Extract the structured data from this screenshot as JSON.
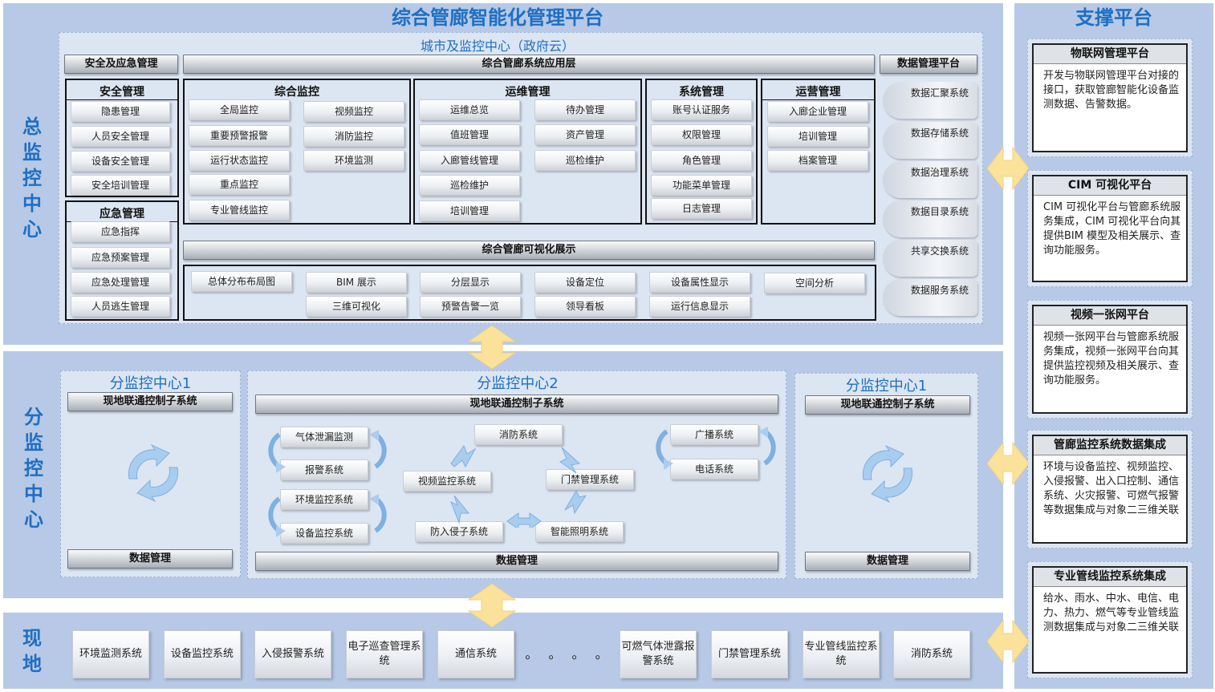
{
  "colors": {
    "band": "#b7c9e6",
    "panel": "#dce5f2",
    "title": "#1e6fc4",
    "arrow": "#fbe29a"
  },
  "main": {
    "title": "综合管廊智能化管理平台",
    "subtitle": "城市及监控中心（政府云）",
    "left_label": "总监控中心",
    "bar_safety": "安全及应急管理",
    "bar_app": "综合管廊系统应用层",
    "bar_data": "数据管理平台",
    "bar_vis": "综合管廊可视化展示",
    "safety": {
      "title": "安全管理",
      "items": [
        "隐患管理",
        "人员安全管理",
        "设备安全管理",
        "安全培训管理"
      ]
    },
    "emergency": {
      "title": "应急管理",
      "items": [
        "应急指挥",
        "应急预案管理",
        "应急处理管理",
        "人员逃生管理"
      ]
    },
    "monitor": {
      "title": "综合监控",
      "items": [
        "全局监控",
        "视频监控",
        "重要预警报警",
        "消防监控",
        "运行状态监控",
        "环境监测",
        "重点监控",
        "专业管线监控"
      ]
    },
    "ops": {
      "title": "运维管理",
      "items": [
        "运维总览",
        "待办管理",
        "值班管理",
        "资产管理",
        "入廊管线管理",
        "巡检维护",
        "巡检维护",
        "培训管理"
      ]
    },
    "system": {
      "title": "系统管理",
      "items": [
        "账号认证服务",
        "权限管理",
        "角色管理",
        "功能菜单管理",
        "日志管理"
      ]
    },
    "operation": {
      "title": "运营管理",
      "items": [
        "入廊企业管理",
        "培训管理",
        "档案管理"
      ]
    },
    "data_items": [
      "数据汇聚系统",
      "数据存储系统",
      "数据治理系统",
      "数据目录系统",
      "共享交换系统",
      "数据服务系统"
    ],
    "vis_items": [
      "总体分布布局图",
      "BIM 展示",
      "分层显示",
      "设备定位",
      "设备属性显示",
      "空间分析",
      "三维可视化",
      "预警告警一览",
      "领导看板",
      "运行信息显示"
    ]
  },
  "branch": {
    "left_label": "分监控中心",
    "c1": {
      "title": "分监控中心1",
      "top_bar": "现地联通控制子系统",
      "bottom_bar": "数据管理"
    },
    "c2": {
      "title": "分监控中心2",
      "top_bar": "现地联通控制子系统",
      "bottom_bar": "数据管理",
      "items": [
        "气体泄漏监测",
        "报警系统",
        "环境监控系统",
        "设备监控系统",
        "消防系统",
        "视频监控系统",
        "门禁管理系统",
        "防入侵子系统",
        "智能照明系统",
        "广播系统",
        "电话系统"
      ]
    },
    "c3": {
      "title": "分监控中心1",
      "top_bar": "现地联通控制子系统",
      "bottom_bar": "数据管理"
    }
  },
  "field": {
    "left_label": "现地",
    "items": [
      "环境监测系统",
      "设备监控系统",
      "入侵报警系统",
      "电子巡查管理系统",
      "通信系统",
      "。 。 。 。",
      "可燃气体泄露报警系统",
      "门禁管理系统",
      "专业管线监控系统",
      "消防系统"
    ]
  },
  "support": {
    "title": "支撑平台",
    "cards": [
      {
        "title": "物联网管理平台",
        "body": "开发与物联网管理平台对接的接口，获取管廊智能化设备监测数据、告警数据。"
      },
      {
        "title": "CIM 可视化平台",
        "body": "CIM 可视化平台与管廊系统服务集成，CIM 可视化平台向其提供BIM 模型及相关展示、查询功能服务。"
      },
      {
        "title": "视频一张网平台",
        "body": "视频一张网平台与管廊系统服务集成，视频一张网平台向其提供监控视频及相关展示、查询功能服务。"
      },
      {
        "title": "管廊监控系统数据集成",
        "body": "环境与设备监控、视频监控、入侵报警、出入口控制、通信系统、火灾报警、可燃气报警等数据集成与对象二三维关联"
      },
      {
        "title": "专业管线监控系统集成",
        "body": "给水、雨水、中水、电信、电力、热力、燃气等专业管线监测数据集成与对象二三维关联"
      }
    ]
  }
}
